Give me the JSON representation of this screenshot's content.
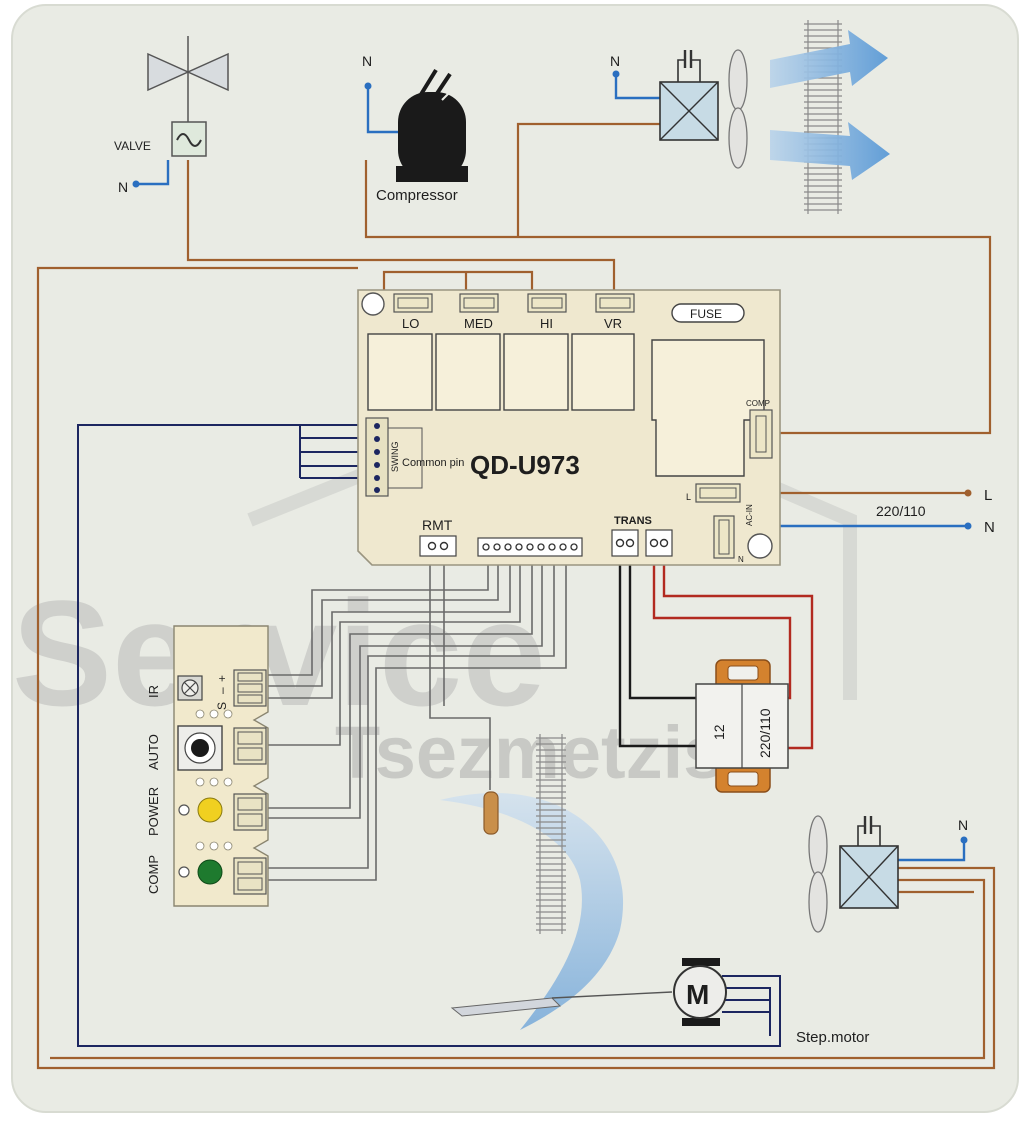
{
  "diagram": {
    "board_model": "QD-U973",
    "relays": [
      "LO",
      "MED",
      "HI",
      "VR"
    ],
    "fuse": "FUSE",
    "comp_connector": "COMP",
    "swing": "SWING",
    "common_pin": "Common pin",
    "rmt": "RMT",
    "trans": "TRANS",
    "ac_in": "AC-IN",
    "l_pin": "L",
    "n_pin": "N",
    "valve": "VALVE",
    "compressor": "Compressor",
    "neutral": "N",
    "line_l": "L",
    "line_n": "N",
    "voltage": "220/110",
    "transformer_primary": "220/110",
    "transformer_secondary": "12",
    "display_labels": [
      "IR",
      "AUTO",
      "POWER",
      "COMP"
    ],
    "ir_pins": [
      "S",
      "–",
      "+"
    ],
    "motor_letter": "M",
    "step_motor": "Step.motor"
  },
  "watermark": {
    "line1": "Service",
    "line2": "Tsezmetzis"
  },
  "colors": {
    "background": "#e9ebe4",
    "pcb": "#efe8cf",
    "orange_wire": "#a0602e",
    "blue_wire": "#2a6fc0",
    "navy_wire": "#1c2660",
    "red_wire": "#b22a20",
    "transformer": "#d4822e",
    "power_led": "#f0d020",
    "comp_led": "#1e7a2e"
  }
}
